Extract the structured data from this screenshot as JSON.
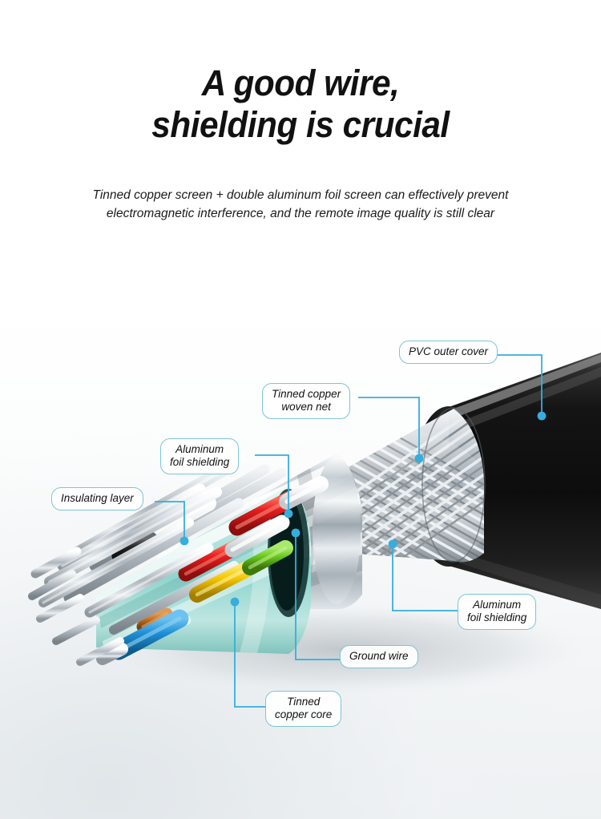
{
  "page": {
    "background_top": "#ffffff",
    "background_bottom": "#eef1f2"
  },
  "header": {
    "title_line1": "A good wire,",
    "title_line2": "shielding is crucial",
    "subtitle_line1": "Tinned copper screen + double aluminum foil screen can effectively prevent",
    "subtitle_line2": "electromagnetic interference, and the remote image quality is still clear",
    "title_color": "#111111",
    "subtitle_color": "#1b1b1b"
  },
  "diagram": {
    "accent_color": "#35aede",
    "callout_border_color": "#7cc4d8",
    "callouts": [
      {
        "id": "pvc-outer-cover",
        "line1": "PVC outer cover",
        "line2": ""
      },
      {
        "id": "tinned-copper-woven-net",
        "line1": "Tinned copper",
        "line2": "woven net"
      },
      {
        "id": "aluminum-foil-left",
        "line1": "Aluminum",
        "line2": "foil shielding"
      },
      {
        "id": "insulating-layer",
        "line1": "Insulating layer",
        "line2": ""
      },
      {
        "id": "aluminum-foil-right",
        "line1": "Aluminum",
        "line2": "foil shielding"
      },
      {
        "id": "ground-wire",
        "line1": "Ground wire",
        "line2": ""
      },
      {
        "id": "tinned-copper-core",
        "line1": "Tinned",
        "line2": "copper core"
      }
    ],
    "layers": {
      "pvc_jacket_color": "#1a1a1a",
      "braid_color": "#c9ced3",
      "foil_color": "#d6dde1",
      "inner_sheath_color": "#c9ece8",
      "conductor_color": "#c5ccd2",
      "wire_colors": [
        "#ffffff",
        "#e02020",
        "#2b2b2b",
        "#f3c600",
        "#66c61c",
        "#c9731e",
        "#1f8fd6"
      ]
    }
  }
}
